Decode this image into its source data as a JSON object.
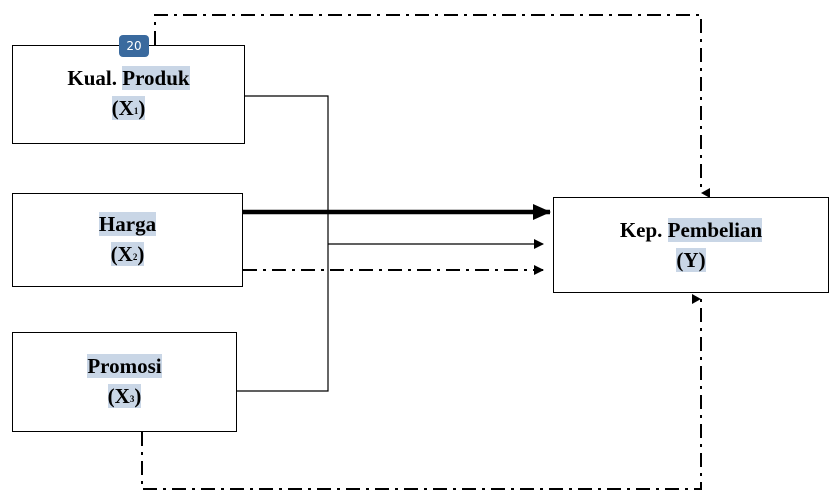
{
  "badge": "20",
  "nodes": {
    "x1": {
      "name_a": "Kual.",
      "name_b": "Produk",
      "var": "X",
      "sub": "1"
    },
    "x2": {
      "name": "Harga",
      "var": "X",
      "sub": "2"
    },
    "x3": {
      "name": "Promosi",
      "var": "X",
      "sub": "3"
    },
    "y": {
      "name_a": "Kep.",
      "name_b": "Pembelian",
      "var": "Y"
    }
  },
  "style": {
    "highlight": "#c9d6e6",
    "badge_color": "#3a6a9e",
    "line_color": "#000000"
  }
}
